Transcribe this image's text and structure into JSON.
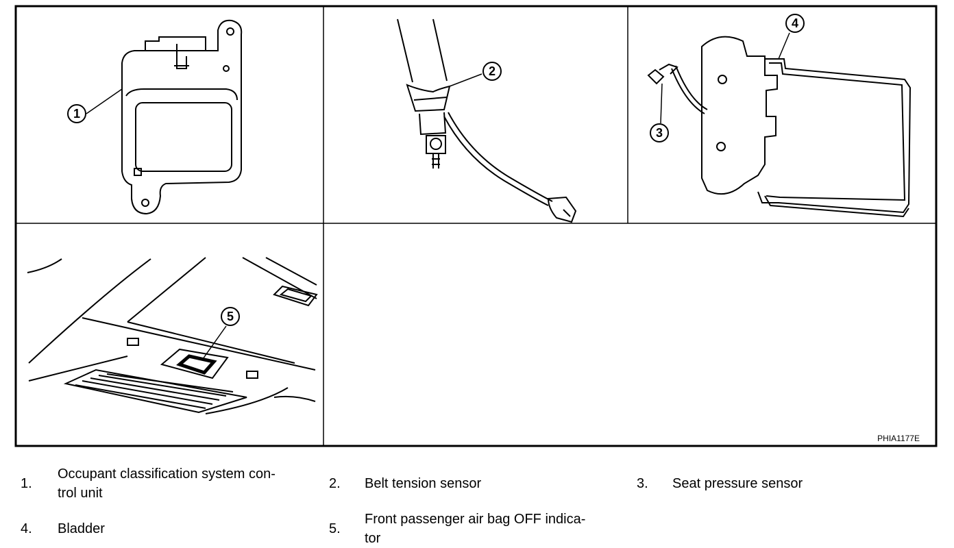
{
  "figure": {
    "code": "PHIA1177E",
    "callouts": [
      "1",
      "2",
      "3",
      "4",
      "5"
    ]
  },
  "legend": [
    {
      "num": "1.",
      "text_line1": "Occupant classification system con-",
      "text_line2": "trol unit"
    },
    {
      "num": "2.",
      "text_line1": "Belt tension sensor",
      "text_line2": ""
    },
    {
      "num": "3.",
      "text_line1": "Seat pressure sensor",
      "text_line2": ""
    },
    {
      "num": "4.",
      "text_line1": "Bladder",
      "text_line2": ""
    },
    {
      "num": "5.",
      "text_line1": "Front passenger air bag OFF indica-",
      "text_line2": "tor"
    }
  ]
}
